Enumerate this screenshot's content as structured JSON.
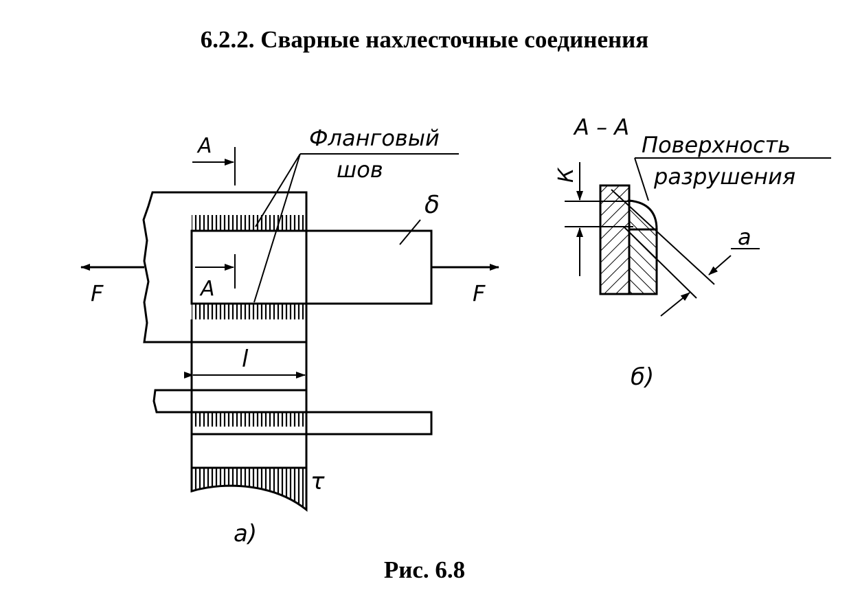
{
  "heading": "6.2.2. Сварные нахлесточные соединения",
  "caption": "Рис. 6.8",
  "figure_a": {
    "section_mark": "A",
    "weld_label_line1": "Фланговый",
    "weld_label_line2": "шов",
    "thickness_symbol": "δ",
    "force_symbol": "F",
    "length_symbol": "l",
    "stress_symbol": "τ",
    "sublabel": "а)"
  },
  "figure_b": {
    "section_title": "А – А",
    "surface_label_line1": "Поверхность",
    "surface_label_line2": "разрушения",
    "leg_symbol": "К",
    "throat_symbol": "а",
    "sublabel": "б)"
  }
}
